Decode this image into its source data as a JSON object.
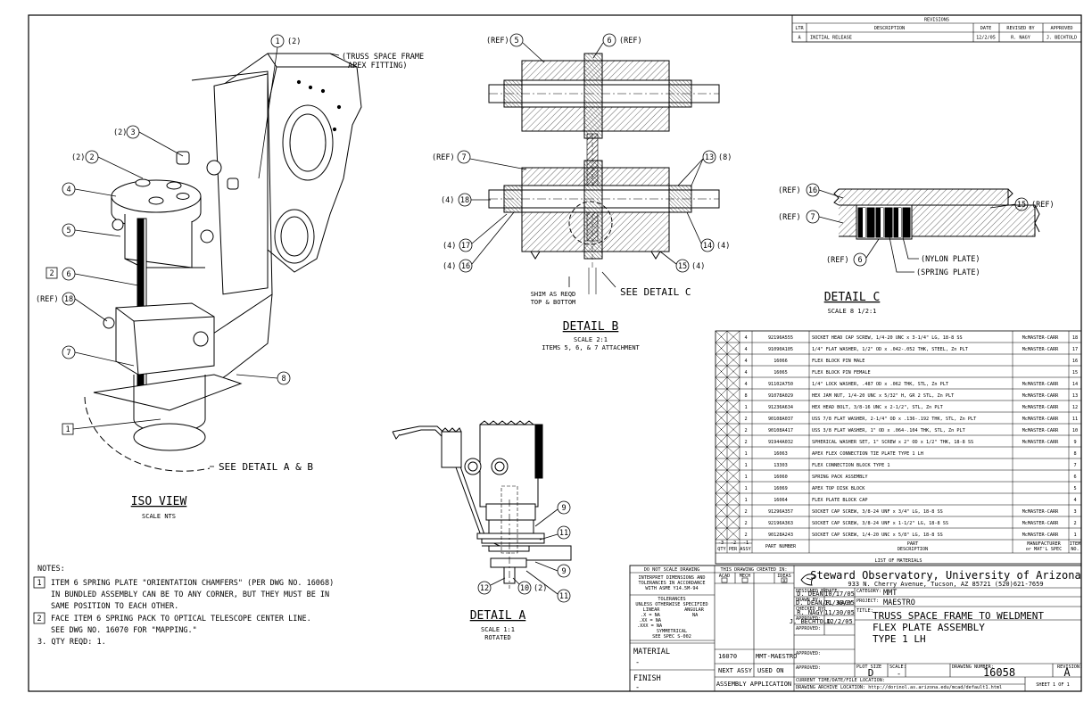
{
  "revisions": {
    "title": "REVISIONS",
    "headers": [
      "LTR",
      "DESCRIPTION",
      "DATE",
      "REVISED BY",
      "APPROVED"
    ],
    "rows": [
      [
        "A",
        "INITIAL RELEASE",
        "12/2/05",
        "R. NAGY",
        "J. BECHTOLD"
      ]
    ]
  },
  "iso_view": {
    "title": "ISO VIEW",
    "scale": "SCALE NTS",
    "callout_1": "1",
    "callout_2": "2",
    "callout_3": "3",
    "callout_4": "4",
    "callout_5": "5",
    "callout_6": "6",
    "callout_7": "7",
    "callout_8": "8",
    "callout_18": "18",
    "qty_2": "(2)",
    "qty_ref": "(REF)",
    "note_box_1": "1",
    "note_box_2": "2",
    "truss_note_1": "(TRUSS SPACE FRAME",
    "truss_note_2": "APEX FITTING)",
    "see_detail": "SEE DETAIL A & B"
  },
  "detail_b": {
    "title": "DETAIL B",
    "scale": "SCALE 2:1",
    "subtitle": "ITEMS 5, 6, & 7 ATTACHMENT",
    "callouts": {
      "c5": "5",
      "c6": "6",
      "c7": "7",
      "c18": "18",
      "c17": "17",
      "c16": "16",
      "c13": "13",
      "c14": "14",
      "c15": "15"
    },
    "ref": "(REF)",
    "q4": "(4)",
    "q8": "(8)",
    "shim_1": "SHIM AS REQD",
    "shim_2": "TOP & BOTTOM",
    "see_detail": "SEE DETAIL C"
  },
  "detail_c": {
    "title": "DETAIL C",
    "scale": "SCALE 8 1/2:1",
    "callouts": {
      "c16": "16",
      "c7": "7",
      "c6": "6",
      "c15": "15"
    },
    "ref": "(REF)",
    "nylon": "(NYLON PLATE)",
    "spring": "(SPRING PLATE)"
  },
  "detail_a": {
    "title": "DETAIL A",
    "scale": "SCALE 1:1",
    "rotated": "ROTATED",
    "callouts": {
      "c9a": "9",
      "c11a": "11",
      "c9b": "9",
      "c11b": "11",
      "c12": "12",
      "c10": "10"
    },
    "q2": "(2)"
  },
  "bom": {
    "title": "LIST OF MATERIALS",
    "header_qty": "QTY PER ASSY",
    "dash_labels": [
      "-3",
      "-2",
      "-1"
    ],
    "header_part": "PART NUMBER",
    "header_desc_1": "PART",
    "header_desc_2": "DESCRIPTION",
    "header_mfr_1": "MANUFACTURER",
    "header_mfr_2": "or MAT'L SPEC",
    "header_item_1": "ITEM",
    "header_item_2": "NO.",
    "rows": [
      {
        "qty": "4",
        "part": "92196A555",
        "desc": "SOCKET HEAD CAP SCREW, 1/4-20 UNC x 3-1/4\" LG, 18-8 SS",
        "mfr": "McMASTER-CARR",
        "item": "18"
      },
      {
        "qty": "4",
        "part": "91090A105",
        "desc": "1/4\" FLAT WASHER, 1/2\" OD x .042-.052 THK, STEEL, Zn PLT",
        "mfr": "McMASTER-CARR",
        "item": "17"
      },
      {
        "qty": "4",
        "part": "16066",
        "desc": "FLEX BLOCK PIN MALE",
        "mfr": "",
        "item": "16"
      },
      {
        "qty": "4",
        "part": "16065",
        "desc": "FLEX BLOCK PIN FEMALE",
        "mfr": "",
        "item": "15"
      },
      {
        "qty": "4",
        "part": "91102A750",
        "desc": "1/4\" LOCK WASHER, .487 OD x .062 THK, STL, Zn PLT",
        "mfr": "McMASTER-CARR",
        "item": "14"
      },
      {
        "qty": "8",
        "part": "91078A029",
        "desc": "HEX JAM NUT, 1/4-20 UNC x 5/32\" H, GR 2 STL, Zn PLT",
        "mfr": "McMASTER-CARR",
        "item": "13"
      },
      {
        "qty": "1",
        "part": "91236A634",
        "desc": "HEX HEAD BOLT, 3/8-16 UNC x 2-1/2\", STL, Zn PLT",
        "mfr": "McMASTER-CARR",
        "item": "12"
      },
      {
        "qty": "2",
        "part": "90108A037",
        "desc": "USS 7/8 FLAT WASHER, 2-1/4\" OD x .136-.192 THK, STL, Zn PLT",
        "mfr": "McMASTER-CARR",
        "item": "11"
      },
      {
        "qty": "2",
        "part": "90108A417",
        "desc": "USS 3/8 FLAT WASHER, 1\" OD x .064-.104 THK, STL, Zn PLT",
        "mfr": "McMASTER-CARR",
        "item": "10"
      },
      {
        "qty": "2",
        "part": "91944A032",
        "desc": "SPHERICAL WASHER SET, 1\" SCREW x 2\" OD x 1/2\" THK, 18-8 SS",
        "mfr": "McMASTER-CARR",
        "item": "9"
      },
      {
        "qty": "1",
        "part": "16063",
        "desc": "APEX FLEX CONNECTION TIE PLATE TYPE 1 LH",
        "mfr": "",
        "item": "8"
      },
      {
        "qty": "1",
        "part": "13303",
        "desc": "FLEX CONNECTION BLOCK TYPE 1",
        "mfr": "",
        "item": "7"
      },
      {
        "qty": "1",
        "part": "16060",
        "desc": "SPRING PACK ASSEMBLY",
        "mfr": "",
        "item": "6"
      },
      {
        "qty": "1",
        "part": "16069",
        "desc": "APEX TOP DISK BLOCK",
        "mfr": "",
        "item": "5"
      },
      {
        "qty": "1",
        "part": "16064",
        "desc": "FLEX PLATE BLOCK CAP",
        "mfr": "",
        "item": "4"
      },
      {
        "qty": "2",
        "part": "91296A357",
        "desc": "SOCKET CAP SCREW, 3/8-24 UNF x 3/4\" LG, 18-8 SS",
        "mfr": "McMASTER-CARR",
        "item": "3"
      },
      {
        "qty": "2",
        "part": "92196A363",
        "desc": "SOCKET CAP SCREW, 3/8-24 UNF x 1-1/2\" LG, 18-8 SS",
        "mfr": "McMASTER-CARR",
        "item": "2"
      },
      {
        "qty": "2",
        "part": "90128A243",
        "desc": "SOCKET CAP SCREW, 1/4-20 UNC x 5/8\" LG, 18-8 SS",
        "mfr": "McMASTER-CARR",
        "item": "1"
      }
    ]
  },
  "notes": {
    "title": "NOTES:",
    "n1_num": "1",
    "n1_l1": "ITEM 6 SPRING PLATE \"ORIENTATION CHAMFERS\" (PER DWG NO. 16068)",
    "n1_l2": "IN BUNDLED ASSEMBLY CAN BE TO ANY CORNER, BUT THEY MUST BE IN",
    "n1_l3": "SAME POSITION TO EACH OTHER.",
    "n2_num": "2",
    "n2_l1": "FACE ITEM 6 SPRING PACK TO OPTICAL TELESCOPE CENTER LINE.",
    "n2_l2": "SEE DWG NO. 16070 FOR \"MAPPING.\"",
    "n3": "3. QTY REQD: 1."
  },
  "title_block": {
    "do_not_scale": "DO NOT SCALE DRAWING",
    "interpret_1": "INTERPRET DIMENSIONS AND",
    "interpret_2": "TOLERANCES IN ACCORDANCE",
    "interpret_3": "WITH ASME Y14.5M-94",
    "tolerances": "TOLERANCES",
    "unless": "UNLESS OTHERWISE SPECIFIED",
    "linear": "LINEAR",
    "angular": "ANGULAR",
    "tol_x": ".X = NA",
    "tol_xx": ".XX = NA",
    "tol_xxx": ".XXX = NA",
    "tol_ang": "NA",
    "symmetrical": "SYMMETRICAL",
    "see_spec": "SEE SPEC S-002",
    "created_in": "THIS DRAWING CREATED IN:",
    "acad": "ACAD",
    "mech": "MECH",
    "ideas": "IDEAS",
    "ideas_mark": "X",
    "material_label": "MATERIAL",
    "material_value": "-",
    "finish_label": "FINISH",
    "finish_value": "-",
    "assy_num": "16070",
    "assy_name": "MMT-MAESTRO",
    "next_assy": "NEXT ASSY",
    "used_on": "USED ON",
    "assembly_app": "ASSEMBLY APPLICATION",
    "org_line_1": "Steward Observatory, University of Arizona",
    "org_line_2": "933 N. Cherry Avenue, Tucson, AZ 85721  (520)621-7659",
    "designed_by_label": "DESIGNED BY:",
    "designed_by": "D. DEAN",
    "date_label": "DATE:",
    "designed_date": "10/17/05",
    "drawn_by_label": "DRAWN BY:",
    "drawn_by": "D. DEAN/R. NAGY",
    "drawn_date": "11/30/05",
    "checked_by_label": "CHECKED BY:",
    "checked_by": "R. NAGY",
    "checked_date": "11/30/05",
    "approved_label": "APPROVED:",
    "approved_by": "J. BECHTOLD",
    "approved_date": "12/2/05",
    "category_label": "CATEGORY:",
    "category": "MMT",
    "project_label": "PROJECT:",
    "project": "MAESTRO",
    "title_label": "TITLE:",
    "title_1": "TRUSS SPACE FRAME TO WELDMENT",
    "title_2": "FLEX PLATE ASSEMBLY",
    "title_3": "TYPE 1 LH",
    "plot_size_label": "PLOT SIZE",
    "plot_size": "D",
    "scale_label": "SCALE:",
    "scale": "-",
    "drawing_number_label": "DRAWING NUMBER:",
    "drawing_number": "16058",
    "revision_label": "REVISION:",
    "revision": "A",
    "current_time_label": "CURRENT TIME/DATE/FILE LOCATION:",
    "archive_label": "DRAWING ARCHIVE LOCATION: http://dorinol.as.arizona.edu/mcad/default1.html",
    "sheet": "SHEET 1 OF 1"
  }
}
